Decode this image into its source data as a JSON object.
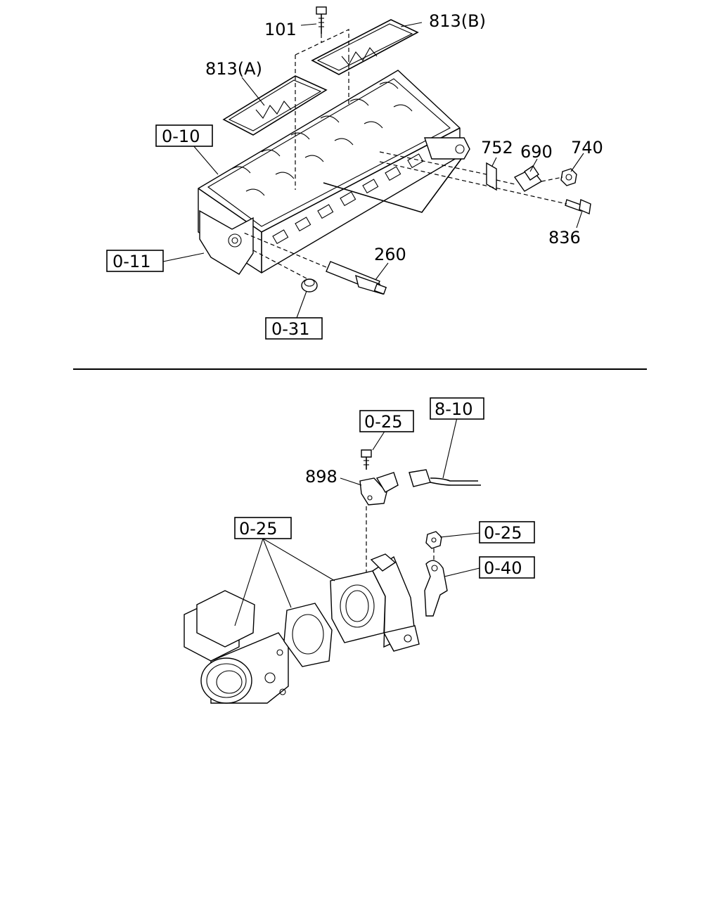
{
  "upper_assembly": {
    "label_101": "101",
    "label_813b": "813(B)",
    "label_813a": "813(A)",
    "ref_0_10": "0-10",
    "label_752": "752",
    "label_690": "690",
    "label_740": "740",
    "label_836": "836",
    "ref_0_11": "0-11",
    "label_260": "260",
    "ref_0_31": "0-31"
  },
  "lower_assembly": {
    "ref_0_25_bolt": "0-25",
    "ref_8_10": "8-10",
    "label_898": "898",
    "ref_0_25_left": "0-25",
    "ref_0_25_nut": "0-25",
    "ref_0_40": "0-40"
  }
}
